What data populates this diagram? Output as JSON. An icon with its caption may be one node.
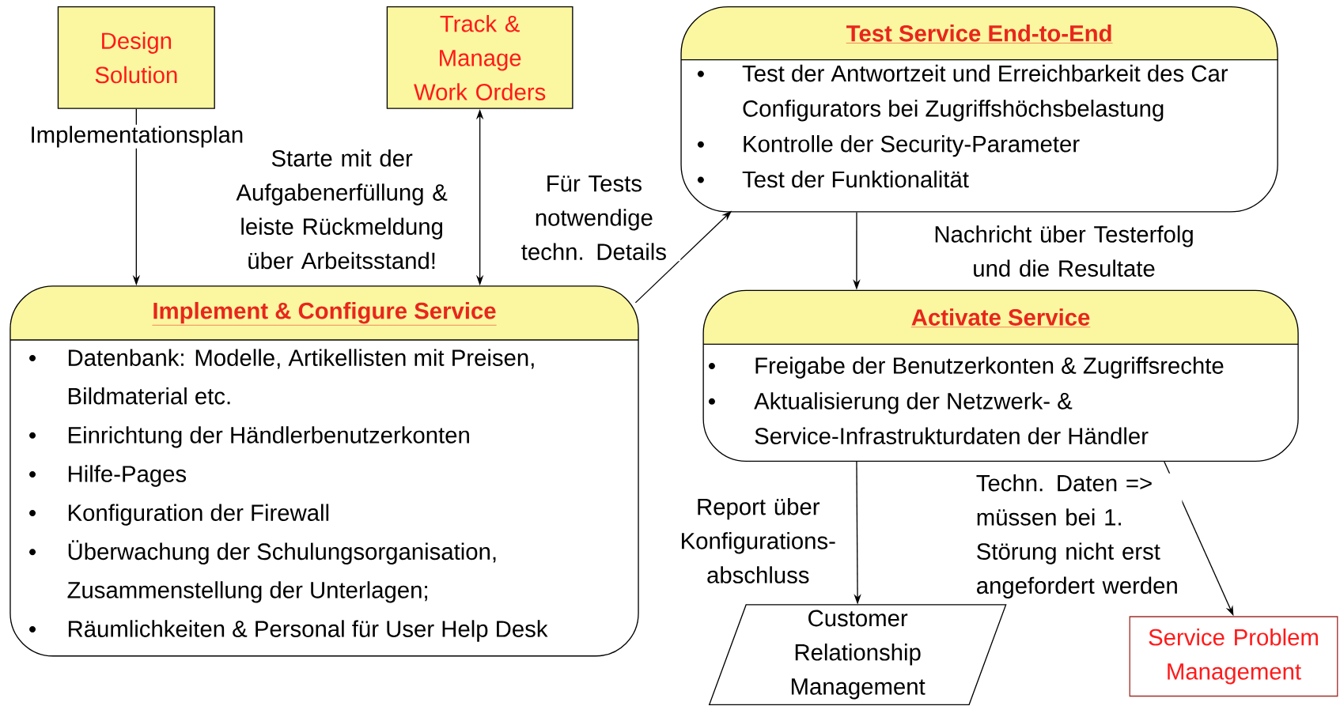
{
  "diagram": {
    "nodes": [
      {
        "text": [
          "Design Solution"
        ]
      },
      {
        "text": [
          "Track & Manage Work Orders"
        ]
      },
      {
        "text": [
          "Test Service End-to-End",
          "Test der Antwortzeit und Erreichbarkeit des Car Configurators bei Zugriffshöchsbelastung",
          "Kontrolle der Security-Parameter",
          "Test der Funktionalität"
        ]
      },
      {
        "text": [
          "Implement & Configure Service",
          "Datenbank: Modelle, Artikellisten mit Preisen, Bildmaterial etc.",
          "Einrichtung der Händlerbenutzerkonten",
          "Hilfe-Pages",
          "Konfiguration der Firewall",
          "Überwachung der Schulungsorganisation, Zusammenstellung der Unterlagen;",
          "Räumlichkeiten & Personal für User Help Desk"
        ]
      },
      {
        "text": [
          "Activate Service",
          "Freigabe der Benutzerkonten & Zugriffsrechte",
          "Aktualisierung der Netzwerk- & Service-Infrastrukturdaten der Händler"
        ]
      },
      {
        "text": [
          "Customer Relationship Management"
        ]
      },
      {
        "text": [
          "Service Problem Management"
        ]
      }
    ],
    "edges": [
      {
        "from": 0,
        "to": 3,
        "arrow": "to",
        "label": "Implementationsplan"
      },
      {
        "from": 1,
        "to": 3,
        "arrow": "both",
        "label": "Starte mit der Aufgabenerfüllung & leiste Rückmeldung über Arbeitsstand!"
      },
      {
        "from": 3,
        "to": 2,
        "arrow": "to",
        "label": "Für Tests notwendige techn. Details"
      },
      {
        "from": 2,
        "to": 4,
        "arrow": "to",
        "label": "Nachricht über Testerfolg und die Resultate"
      },
      {
        "from": 4,
        "to": 5,
        "arrow": "to",
        "label": "Report über Konfigurations-abschluss"
      },
      {
        "from": 4,
        "to": 6,
        "arrow": "to",
        "label": "Techn. Daten => müssen bei 1. Störung nicht erst angefordert werden"
      }
    ]
  }
}
